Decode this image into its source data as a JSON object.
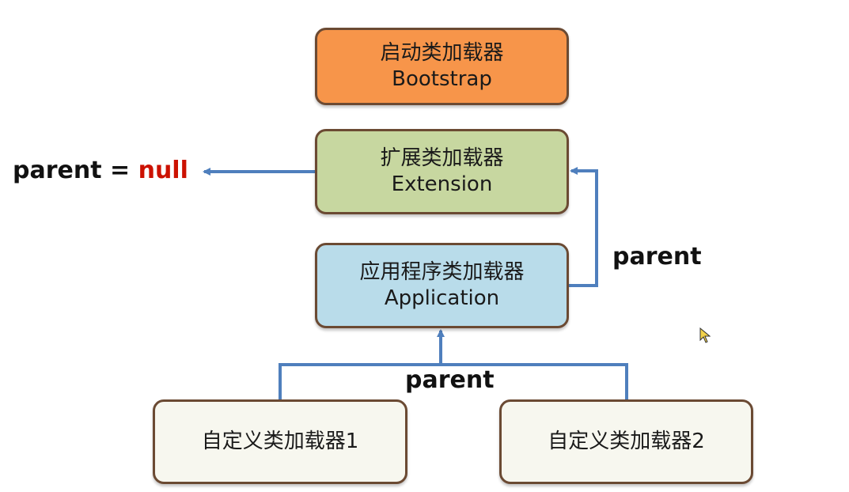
{
  "colors": {
    "connector": "#4f7fbd",
    "box_border": "#6b4a33",
    "null_text": "#cc1100"
  },
  "nodes": {
    "bootstrap": {
      "line1": "启动类加载器",
      "line2": "Bootstrap",
      "fill": "#f7954a"
    },
    "extension": {
      "line1": "扩展类加载器",
      "line2": "Extension",
      "fill": "#c7d7a0"
    },
    "application": {
      "line1": "应用程序类加载器",
      "line2": "Application",
      "fill": "#b9dcea"
    },
    "custom1": {
      "line1": "自定义类加载器1",
      "fill": "#f7f7ef"
    },
    "custom2": {
      "line1": "自定义类加载器2",
      "fill": "#f7f7ef"
    }
  },
  "labels": {
    "parent_null_prefix": "parent = ",
    "parent_null_value": "null",
    "parent_ext": "parent",
    "parent_app": "parent"
  },
  "icons": {
    "cursor": "mouse-pointer-icon"
  }
}
